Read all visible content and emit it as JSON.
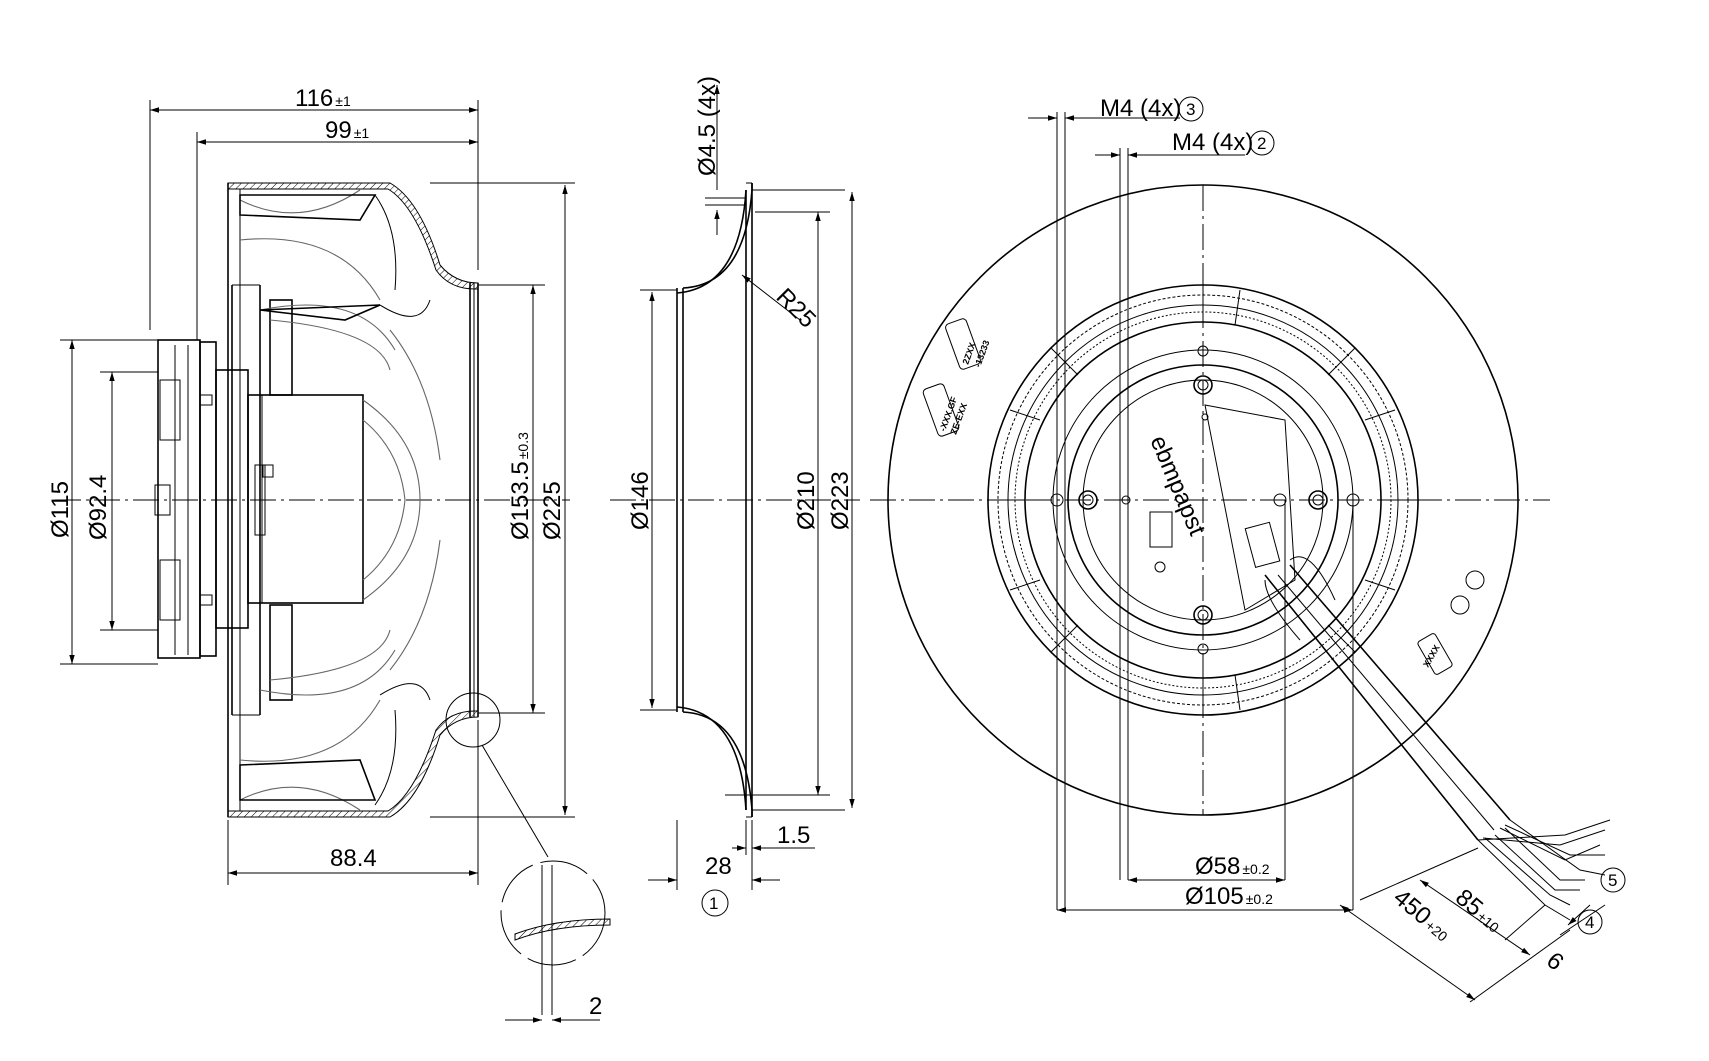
{
  "side_view": {
    "overall_length": {
      "value": "116",
      "tol": "±1"
    },
    "blade_length": {
      "value": "99",
      "tol": "±1"
    },
    "depth_88": "88.4",
    "dia_115": "Ø115",
    "dia_92": "Ø92.4",
    "dia_153": {
      "value": "Ø153.5",
      "tol": "±0.3"
    },
    "dia_225": "Ø225",
    "detail_2": "2"
  },
  "nozzle_view": {
    "hole": "Ø4.5 (4x)",
    "radius": "R25",
    "dia_146": "Ø146",
    "dia_210": "Ø210",
    "dia_223": "Ø223",
    "t_15": "1.5",
    "w_28": "28",
    "callout_1": "1"
  },
  "front_view": {
    "m4_3": "M4 (4x)",
    "callout_3": "3",
    "m4_2": "M4 (4x)",
    "callout_2": "2",
    "dia_58": {
      "value": "Ø58",
      "tol": "±0.2"
    },
    "dia_105": {
      "value": "Ø105",
      "tol": "±0.2"
    },
    "cable_len": {
      "value": "450",
      "tol": "+20"
    },
    "strip_len": {
      "value": "85",
      "tol": "±10"
    },
    "strip_6": "6",
    "callout_4": "4",
    "callout_5": "5",
    "brand": "ebmpapst",
    "label_a": "2ZXX",
    "label_a2": "-13233",
    "label_b": "-XXX.GF",
    "label_b2": "ZE-EXX",
    "label_c": "XXXX"
  }
}
